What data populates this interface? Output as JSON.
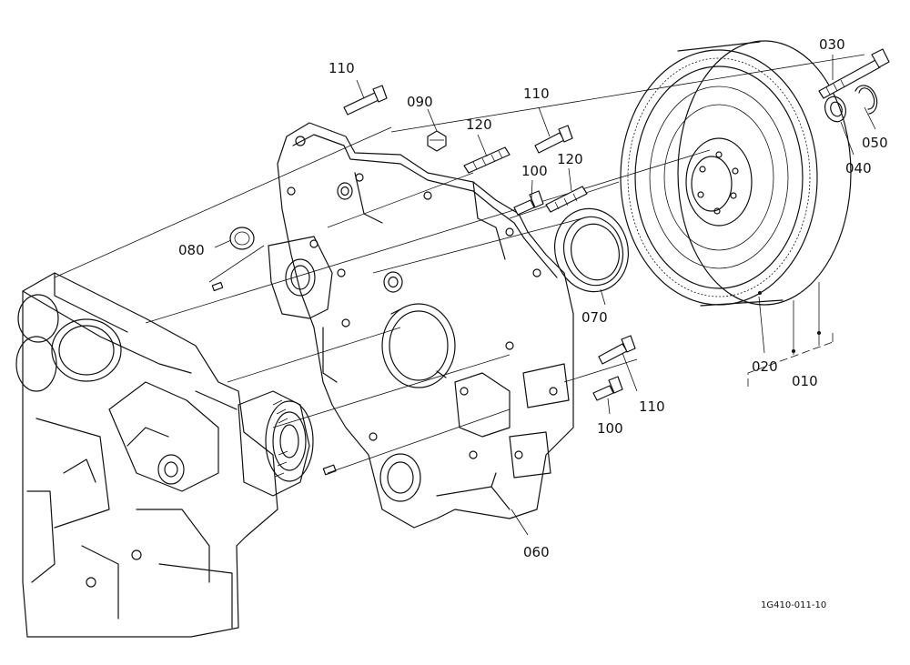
{
  "diagram": {
    "callouts": {
      "c010": "010",
      "c020": "020",
      "c030": "030",
      "c040": "040",
      "c050": "050",
      "c060": "060",
      "c070": "070",
      "c080": "080",
      "c090": "090",
      "c100a": "100",
      "c100b": "100",
      "c110a": "110",
      "c110b": "110",
      "c110c": "110",
      "c120a": "120",
      "c120b": "120"
    },
    "drawing_code": "1G410-011-10"
  }
}
